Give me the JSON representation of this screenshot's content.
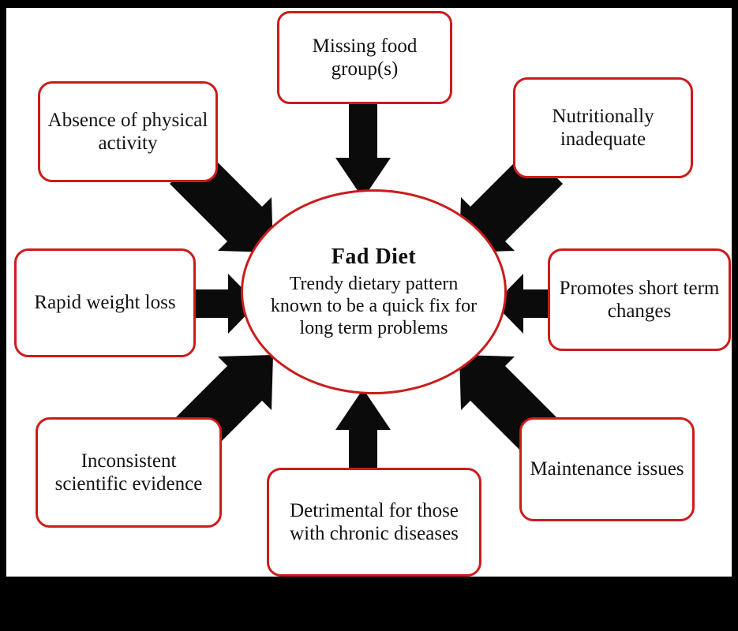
{
  "figure": {
    "type": "concept-map",
    "frame_color": "#000000",
    "background_color": "#ffffff",
    "node_border_color": "#cc1b1b",
    "arrow_color": "#000000",
    "text_color": "#111111"
  },
  "center": {
    "title": "Fad Diet",
    "description": "Trendy dietary pattern known to be a quick fix for long term problems",
    "shape": "ellipse"
  },
  "nodes": [
    {
      "id": "missing-food-groups",
      "label": "Missing food group(s)",
      "position": "top-center",
      "arrow": "down"
    },
    {
      "id": "absence-physical-activity",
      "label": "Absence of physical activity",
      "position": "top-left",
      "arrow": "down-right"
    },
    {
      "id": "nutritionally-inadequate",
      "label": "Nutritionally inadequate",
      "position": "top-right",
      "arrow": "down-left"
    },
    {
      "id": "rapid-weight-loss",
      "label": "Rapid weight loss",
      "position": "middle-left",
      "arrow": "right"
    },
    {
      "id": "promotes-short-term",
      "label": "Promotes short term changes",
      "position": "middle-right",
      "arrow": "left"
    },
    {
      "id": "inconsistent-evidence",
      "label": "Inconsistent scientific evidence",
      "position": "bottom-left",
      "arrow": "up-right"
    },
    {
      "id": "detrimental-chronic",
      "label": "Detrimental for those with chronic diseases",
      "position": "bottom-center",
      "arrow": "up"
    },
    {
      "id": "maintenance-issues",
      "label": "Maintenance issues",
      "position": "bottom-right",
      "arrow": "up-left"
    }
  ]
}
